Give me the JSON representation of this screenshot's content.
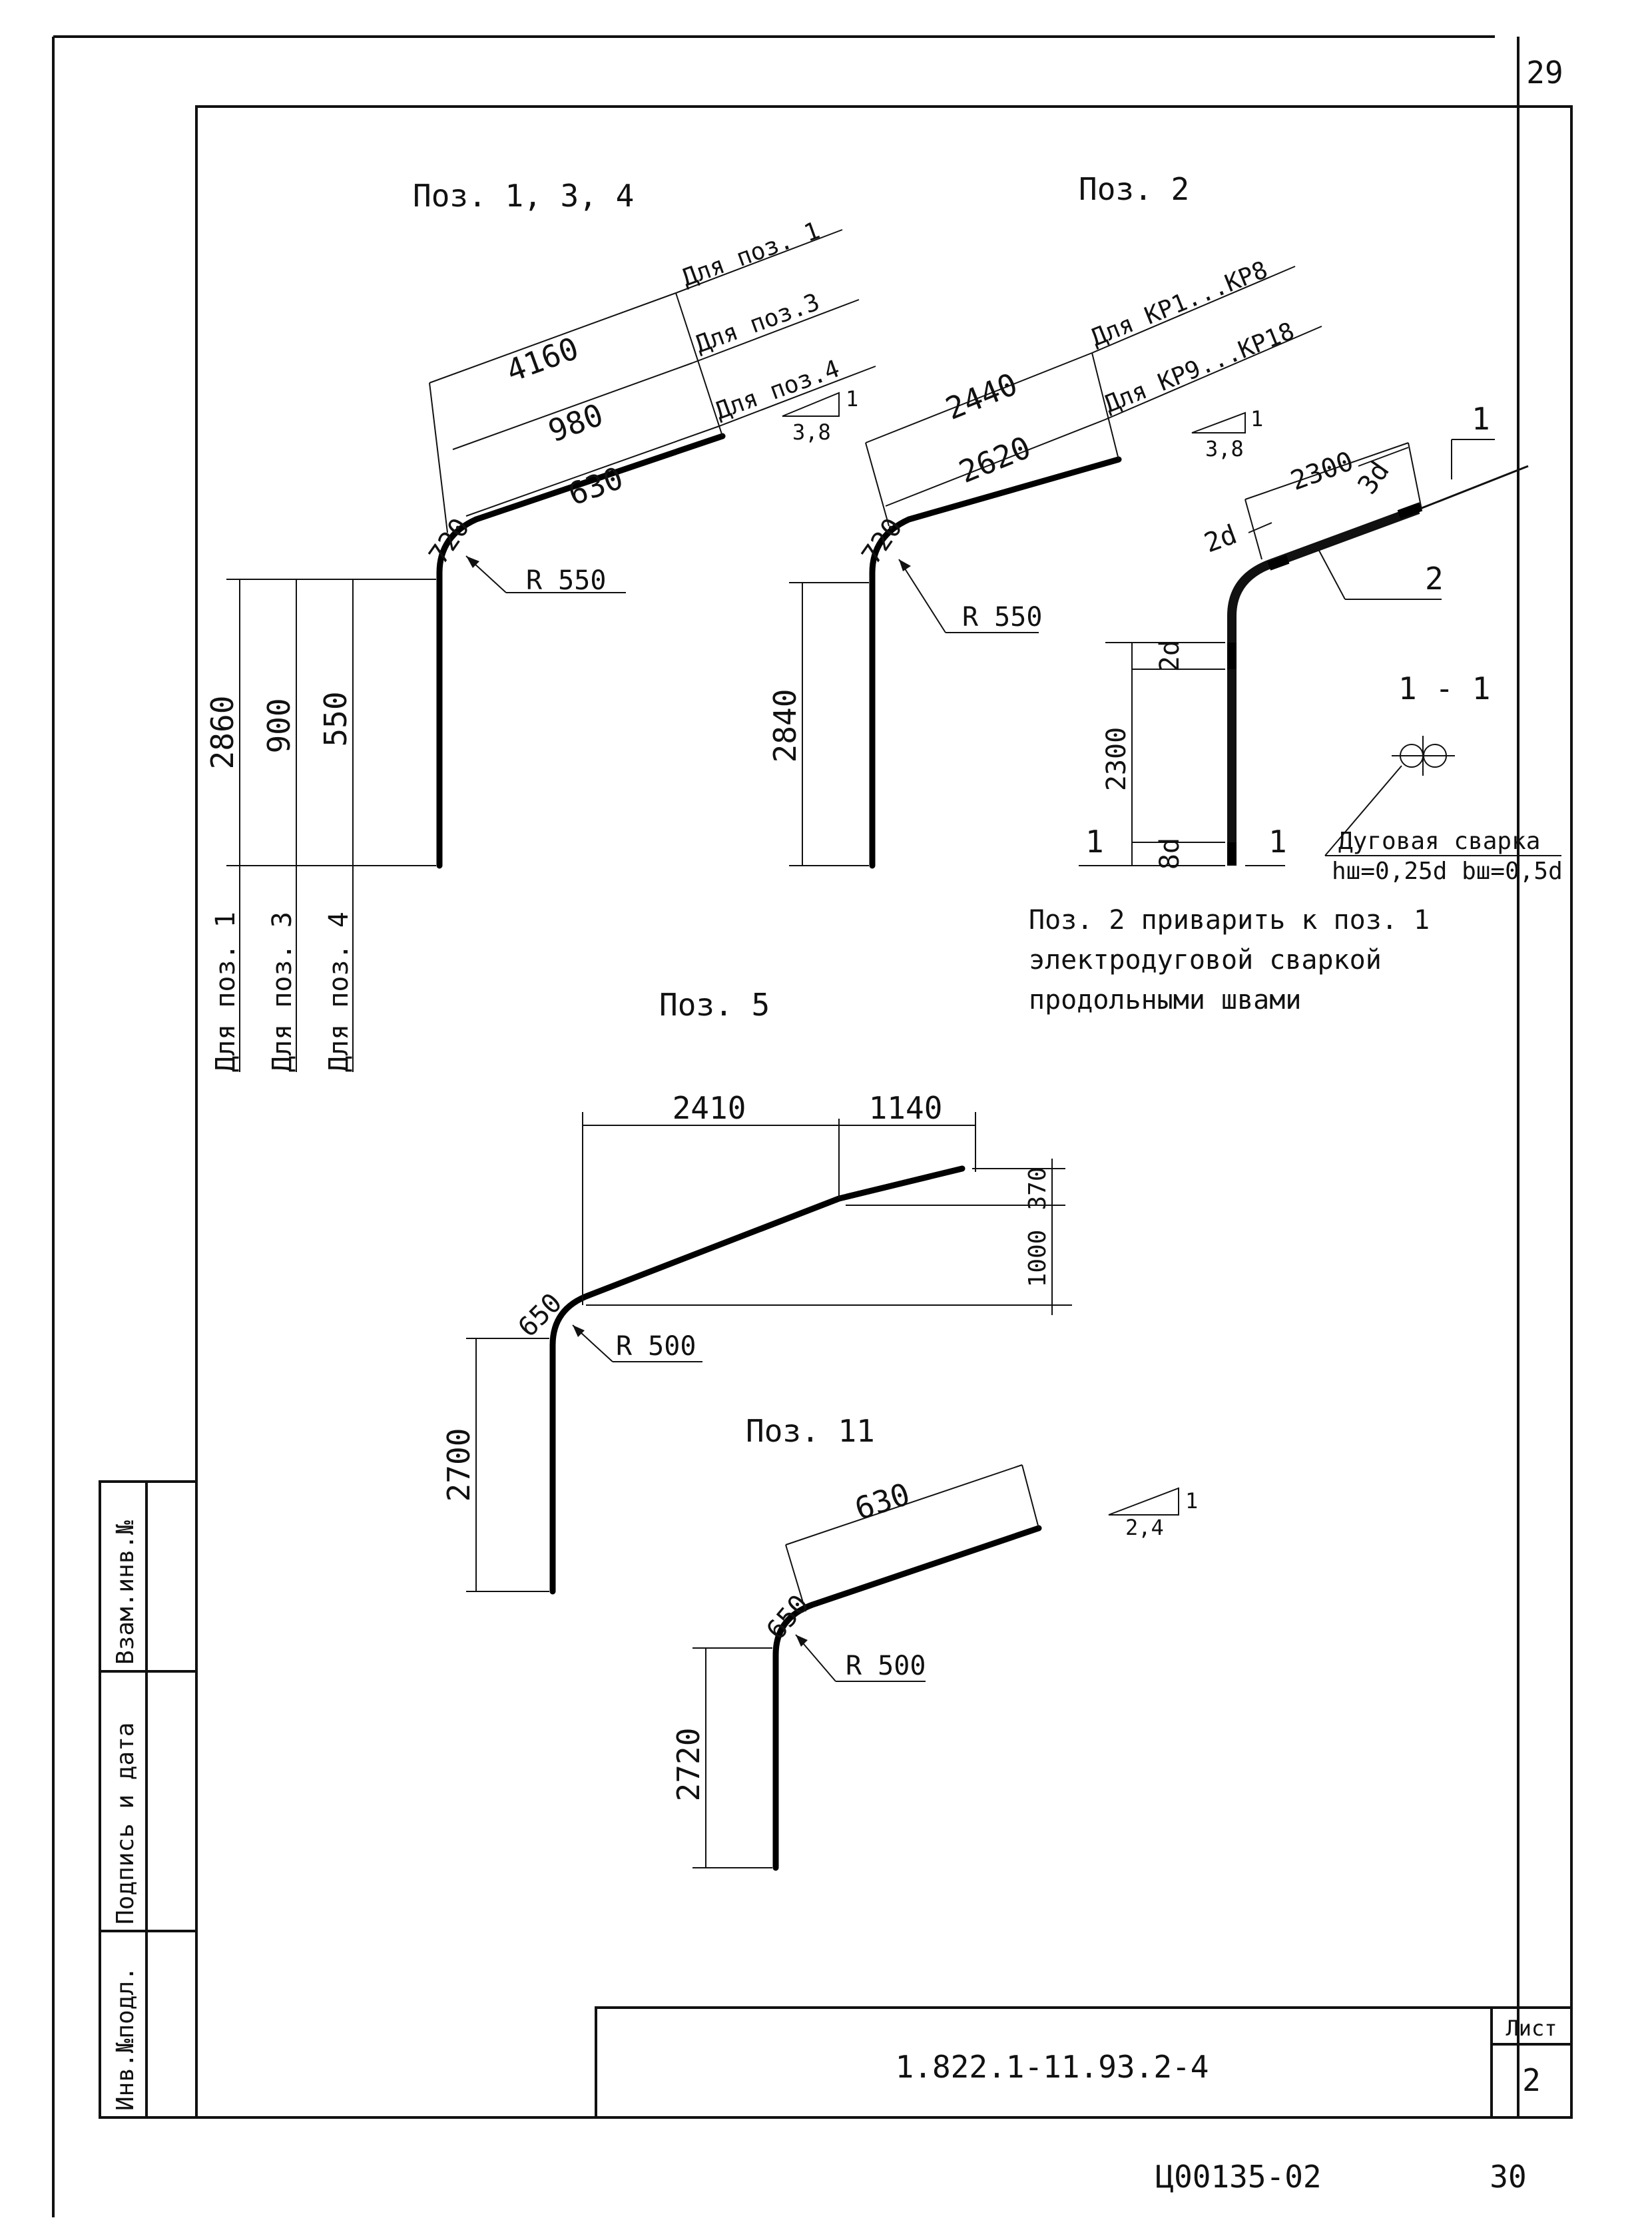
{
  "sheet": {
    "page_number": "29",
    "code": "1.822.1-11.93.2-4",
    "list_label": "Лист",
    "list_number": "2",
    "archive_code": "Ц00135-02",
    "archive_number": "30"
  },
  "side_stamp": {
    "inv_podl": "Инв.№подл.",
    "signature_date": "Подпись и дата",
    "vzam_inv": "Взам.инв.№"
  },
  "pos134": {
    "title": "Поз. 1, 3, 4",
    "dims_top": [
      "4160",
      "980",
      "630"
    ],
    "notes_top": [
      "Для поз. 1",
      "Для поз.3",
      "Для поз.4"
    ],
    "bend_len": "720",
    "radius": "R 550",
    "dims_vert": [
      "2860",
      "900",
      "550"
    ],
    "notes_vert": [
      "Для поз. 1",
      "Для поз. 3",
      "Для поз. 4"
    ],
    "slope_top": "1",
    "slope_bottom": "3,8"
  },
  "pos2": {
    "title": "Поз. 2",
    "dims_top": [
      "2440",
      "2620"
    ],
    "notes_top": [
      "Для КР1...КР8",
      "Для КР9...КР18"
    ],
    "bend_len": "720",
    "radius": "R 550",
    "dim_vert": "2840"
  },
  "weld": {
    "slope_top": "1",
    "slope_bottom": "3,8",
    "dim_2300_top": "2300",
    "dim_3d": "3d",
    "dim_2d_top": "2d",
    "leader_2": "2",
    "section_marker": "1",
    "dim_2d_vert": "2d",
    "dim_2300_vert": "2300",
    "dim_8d": "8d",
    "section_title": "1 - 1",
    "weld_type": "Дуговая сварка",
    "weld_params": "hш=0,25d  bш=0,5d",
    "note_lines": [
      "Поз. 2 приварить к поз. 1",
      "электродуговой сваркой",
      "продольными швами"
    ]
  },
  "pos5": {
    "title": "Поз. 5",
    "dims_top": [
      "2410",
      "1140"
    ],
    "dims_right": [
      "370",
      "1000"
    ],
    "bend_len": "650",
    "radius": "R 500",
    "dim_vert": "2700"
  },
  "pos11": {
    "title": "Поз. 11",
    "dim_top": "630",
    "bend_len": "650",
    "radius": "R 500",
    "dim_vert": "2720",
    "slope_top": "1",
    "slope_bottom": "2,4"
  }
}
